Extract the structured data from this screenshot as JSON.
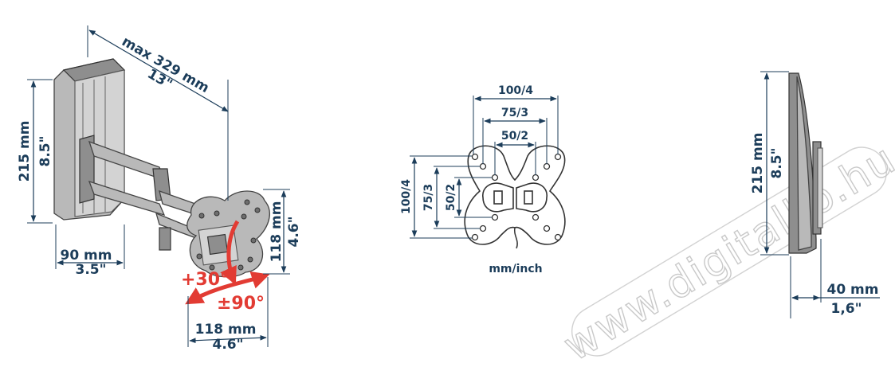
{
  "left_view": {
    "width_label": "max 329 mm",
    "width_label_inch": "13\"",
    "height_label": "215 mm",
    "height_label_inch": "8.5\"",
    "base_label": "90 mm",
    "base_label_inch": "3.5\"",
    "plate_h_label": "118 mm",
    "plate_h_label_inch": "4.6\"",
    "plate_w_label": "118 mm",
    "plate_w_label_inch": "4.6\"",
    "tilt_label": "+30°",
    "swivel_label": "±90°"
  },
  "center_view": {
    "h_labels": [
      "100/4",
      "75/3",
      "50/2"
    ],
    "v_labels": [
      "100/4",
      "75/3",
      "50/2"
    ],
    "units_label": "mm/inch"
  },
  "right_view": {
    "height_label": "215 mm",
    "height_label_inch": "8.5\"",
    "depth_label": "40 mm",
    "depth_label_inch": "1,6\""
  },
  "watermark": "www.digitalko.hu",
  "colors": {
    "dimension": "#1c3d5a",
    "rotation": "#e23b33"
  }
}
